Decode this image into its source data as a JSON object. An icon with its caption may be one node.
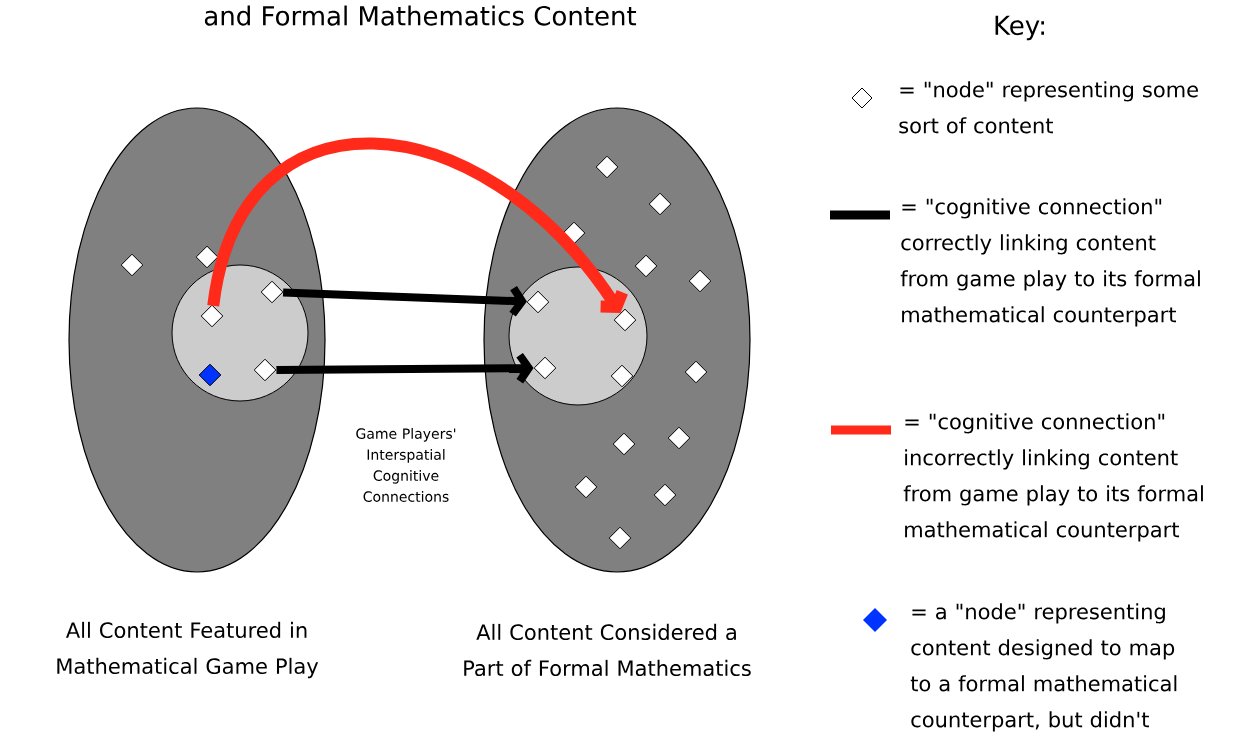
{
  "diagram": {
    "title": "and Formal Mathematics Content",
    "nodes": [
      {
        "text": [],
        "shape": "ellipse",
        "beside": [
          "All Content Featured in Mathematical Game Play"
        ]
      },
      {
        "text": [],
        "shape": "circle",
        "in": 0
      },
      {
        "text": [],
        "shape": "diamond",
        "in": 0
      },
      {
        "text": [],
        "shape": "diamond",
        "in": 0
      },
      {
        "text": [],
        "shape": "diamond",
        "in": 1
      },
      {
        "text": [],
        "shape": "diamond",
        "in": 1
      },
      {
        "text": [],
        "shape": "diamond",
        "in": 1
      },
      {
        "text": [],
        "shape": "diamond",
        "in": 1
      },
      {
        "text": [],
        "shape": "ellipse",
        "beside": [
          "All Content Considered a Part of Formal Mathematics"
        ]
      },
      {
        "text": [],
        "shape": "circle",
        "in": 8
      },
      {
        "text": [],
        "shape": "diamond",
        "in": 9
      },
      {
        "text": [],
        "shape": "diamond",
        "in": 9
      },
      {
        "text": [],
        "shape": "diamond",
        "in": 9
      },
      {
        "text": [],
        "shape": "diamond",
        "in": 9
      },
      {
        "text": [],
        "shape": "diamond",
        "in": 8
      },
      {
        "text": [],
        "shape": "diamond",
        "in": 8
      },
      {
        "text": [],
        "shape": "diamond",
        "in": 8
      },
      {
        "text": [],
        "shape": "diamond",
        "in": 8
      },
      {
        "text": [],
        "shape": "diamond",
        "in": 8
      },
      {
        "text": [],
        "shape": "diamond",
        "in": 8
      },
      {
        "text": [],
        "shape": "diamond",
        "in": 8
      },
      {
        "text": [],
        "shape": "diamond",
        "in": 8
      },
      {
        "text": [],
        "shape": "diamond",
        "in": 8
      },
      {
        "text": [],
        "shape": "diamond",
        "in": 8
      },
      {
        "text": [],
        "shape": "diamond",
        "in": 8
      }
    ],
    "edges": [
      {
        "from": 5,
        "to": 10,
        "arrow": "to"
      },
      {
        "from": 7,
        "to": 12,
        "arrow": "to"
      },
      {
        "from": 4,
        "to": 11,
        "arrow": "to",
        "color": "#ff2a1a"
      }
    ],
    "labels": [
      "Game Players' Interspatial Cognitive Connections",
      "Key:"
    ],
    "legend": [
      {
        "text": "= \"node\" representing some sort of content"
      },
      {
        "text": "= \"cognitive connection\" correctly linking content from game play to its formal mathematical counterpart"
      },
      {
        "text": "= \"cognitive connection\" incorrectly linking content from game play to its formal mathematical counterpart"
      },
      {
        "text": "= a \"node\" representing content designed to map to a formal mathematical counterpart, but didn't"
      }
    ]
  }
}
